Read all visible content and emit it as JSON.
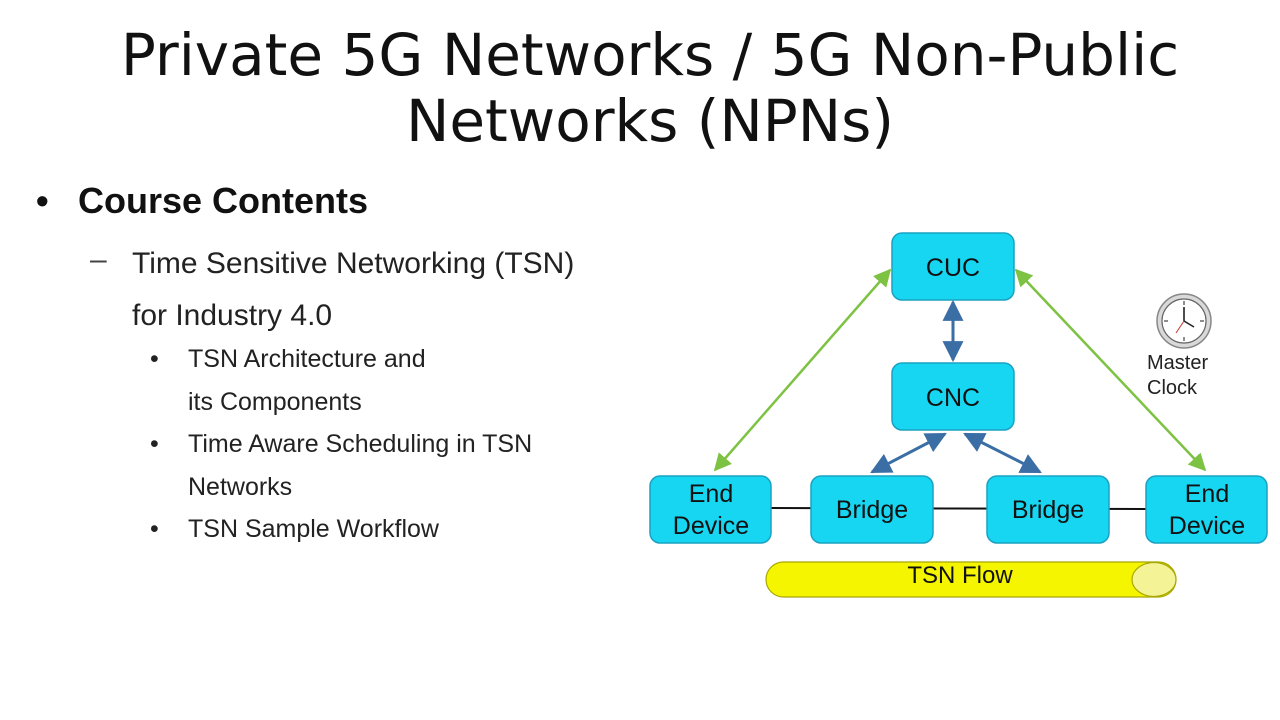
{
  "slide": {
    "title_line1": "Private 5G Networks / 5G Non-Public",
    "title_line2": "Networks (NPNs)",
    "bullet_symbol": "•",
    "dash_symbol": "–",
    "heading": "Course Contents",
    "topic_line1": "Time Sensitive Networking (TSN)",
    "topic_line2": "for Industry 4.0",
    "subitems": [
      {
        "line1": "TSN Architecture and",
        "line2": "its Components"
      },
      {
        "line1": "Time Aware Scheduling in TSN",
        "line2": "Networks"
      },
      {
        "line1": "TSN Sample Workflow",
        "line2": ""
      }
    ]
  },
  "diagram": {
    "cuc": "CUC",
    "cnc": "CNC",
    "end_device_left": {
      "line1": "End",
      "line2": "Device"
    },
    "bridge_left": "Bridge",
    "bridge_right": "Bridge",
    "end_device_right": {
      "line1": "End",
      "line2": "Device"
    },
    "flow_label": "TSN Flow",
    "clock_label": {
      "line1": "Master",
      "line2": "Clock"
    },
    "colors": {
      "node_fill": "#17d6f2",
      "green_arrow": "#7dc242",
      "blue_arrow": "#3a6ea5",
      "flow_fill": "#f5f500"
    }
  }
}
